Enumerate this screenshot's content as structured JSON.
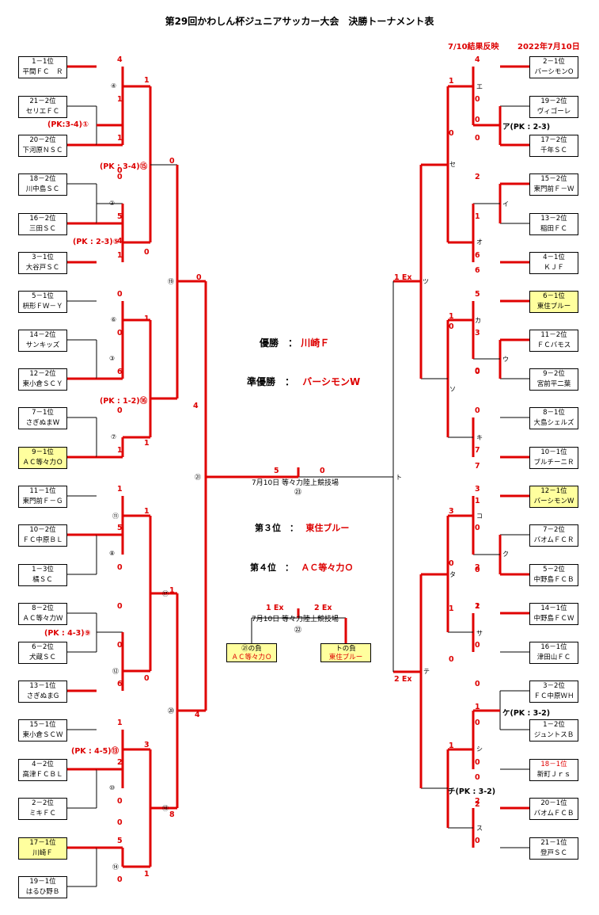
{
  "title": "第29回かわしん杯ジュニアサッカー大会　決勝トーナメント表",
  "update_note": "7/10結果反映",
  "date": "2022年7月10日",
  "colors": {
    "win": "#e00000",
    "line": "#000000",
    "highlight": "#ffff9e"
  },
  "left_teams": [
    {
      "seed": "1－1位",
      "name": "平間ＦＣ　Ｒ",
      "score": "4",
      "hl": false
    },
    {
      "seed": "21－2位",
      "name": "セリエＦＣ",
      "score": "1",
      "hl": false
    },
    {
      "seed": "20－2位",
      "name": "下河原ＮＳＣ",
      "score": "1",
      "hl": false
    },
    {
      "seed": "18－2位",
      "name": "川中島ＳＣ",
      "score": "0",
      "hl": false
    },
    {
      "seed": "16－2位",
      "name": "三田ＳＣ",
      "score": "5",
      "hl": false
    },
    {
      "seed": "3－1位",
      "name": "大谷戸ＳＣ",
      "score": "1",
      "hl": false
    },
    {
      "seed": "5－1位",
      "name": "枡形ＦＷ－Ｙ",
      "score": "0",
      "hl": false
    },
    {
      "seed": "14－2位",
      "name": "サンキッズ",
      "score": "0",
      "hl": false
    },
    {
      "seed": "12－2位",
      "name": "東小倉ＳＣＹ",
      "score": "6",
      "hl": false
    },
    {
      "seed": "7－1位",
      "name": "さぎぬまW",
      "score": "0",
      "hl": false
    },
    {
      "seed": "9－1位",
      "name": "ＡＣ等々力Ｏ",
      "score": "1",
      "hl": true
    },
    {
      "seed": "11－1位",
      "name": "東門前Ｆ－Ｇ",
      "score": "1",
      "hl": false
    },
    {
      "seed": "10－2位",
      "name": "ＦＣ中原ＢＬ",
      "score": "5",
      "hl": false
    },
    {
      "seed": "1－3位",
      "name": "橘ＳＣ",
      "score": "0",
      "hl": false
    },
    {
      "seed": "8－2位",
      "name": "ＡＣ等々力Ｗ",
      "score": "0",
      "hl": false
    },
    {
      "seed": "6－2位",
      "name": "犬蔵ＳＣ",
      "score": "0",
      "hl": false
    },
    {
      "seed": "13－1位",
      "name": "さぎぬまG",
      "score": "6",
      "hl": false
    },
    {
      "seed": "15－1位",
      "name": "東小倉ＳＣＷ",
      "score": "1",
      "hl": false
    },
    {
      "seed": "4－2位",
      "name": "高津ＦＣＢＬ",
      "score": "2",
      "hl": false
    },
    {
      "seed": "2－2位",
      "name": "ミキＦＣ",
      "score": "0",
      "hl": false
    },
    {
      "seed": "17－1位",
      "name": "川崎Ｆ",
      "score": "5",
      "hl": true
    },
    {
      "seed": "19－1位",
      "name": "はるひ野Ｂ",
      "score": "0",
      "hl": false
    }
  ],
  "right_teams": [
    {
      "seed": "2－1位",
      "name": "バーシモンO",
      "score": "4",
      "hl": false,
      "red_seed": false
    },
    {
      "seed": "19－2位",
      "name": "ヴィゴーレ",
      "score": "0",
      "hl": false,
      "red_seed": false
    },
    {
      "seed": "17－2位",
      "name": "千年ＳＣ",
      "score": "0",
      "hl": false,
      "red_seed": false
    },
    {
      "seed": "15－2位",
      "name": "東門前Ｆ－Ｗ",
      "score": "2",
      "hl": false,
      "red_seed": false
    },
    {
      "seed": "13－2位",
      "name": "稲田ＦＣ",
      "score": "1",
      "hl": false,
      "red_seed": false
    },
    {
      "seed": "4－1位",
      "name": "ＫＪＦ",
      "score": "6",
      "hl": false,
      "red_seed": false
    },
    {
      "seed": "6－1位",
      "name": "東住ブルー",
      "score": "5",
      "hl": true,
      "red_seed": false
    },
    {
      "seed": "11－2位",
      "name": "ＦＣバモス",
      "score": "3",
      "hl": false,
      "red_seed": false
    },
    {
      "seed": "9－2位",
      "name": "宮前平二葉",
      "score": "0",
      "hl": false,
      "red_seed": false
    },
    {
      "seed": "8－1位",
      "name": "大島シェルズ",
      "score": "0",
      "hl": false,
      "red_seed": false
    },
    {
      "seed": "10－1位",
      "name": "ブルチーニＲ",
      "score": "7",
      "hl": false,
      "red_seed": false
    },
    {
      "seed": "12－1位",
      "name": "バーシモンW",
      "score": "3",
      "hl": true,
      "red_seed": false
    },
    {
      "seed": "7－2位",
      "name": "バオムＦＣＲ",
      "score": "0",
      "hl": false,
      "red_seed": false
    },
    {
      "seed": "5－2位",
      "name": "中野島ＦＣＢ",
      "score": "2",
      "hl": false,
      "red_seed": false
    },
    {
      "seed": "14－1位",
      "name": "中野島ＦＣＷ",
      "score": "1",
      "hl": false,
      "red_seed": false
    },
    {
      "seed": "16－1位",
      "name": "津田山ＦＣ",
      "score": "0",
      "hl": false,
      "red_seed": false
    },
    {
      "seed": "3－2位",
      "name": "ＦＣ中原ＷＨ",
      "score": "0",
      "hl": false,
      "red_seed": false
    },
    {
      "seed": "1－2位",
      "name": "ジュントスＢ",
      "score": "0",
      "hl": false,
      "red_seed": false
    },
    {
      "seed": "18－1位",
      "name": "新町Ｊｒｓ",
      "score": "0",
      "hl": false,
      "red_seed": true
    },
    {
      "seed": "20－1位",
      "name": "バオムＦＣＢ",
      "score": "2",
      "hl": false,
      "red_seed": false
    },
    {
      "seed": "21－1位",
      "name": "登戸ＳＣ",
      "score": "0",
      "hl": false,
      "red_seed": false
    }
  ],
  "left_marks": [
    "④",
    "(PK:3-4)①",
    "②",
    "(PK : 2-3)⑤",
    "⑥",
    "③",
    "(PK : 1-2)⑯",
    "⑦",
    "⑪",
    "⑧",
    "(PK : 4-3)⑨",
    "⑫",
    "(PK : 4-5)⑬",
    "⑩",
    "⑭",
    "(PK : 3-4)⑮",
    "⑲",
    "⑰",
    "⑱",
    "⑳",
    "㉑"
  ],
  "right_marks": [
    "エ",
    "ア(PK : 2-3)",
    "イ",
    "セ",
    "オ",
    "ツ",
    "カ",
    "ウ",
    "ソ",
    "キ",
    "ト",
    "コ",
    "ク",
    "タ",
    "サ",
    "テ",
    "ケ(PK : 3-2)",
    "シ",
    "チ(PK : 3-2)",
    "ス"
  ],
  "left_r2_scores": [
    "1",
    "0",
    "0",
    "1",
    "1",
    "4",
    "1",
    "1",
    "0",
    "3",
    "0",
    "1",
    "8",
    "4",
    "0",
    "0",
    "4"
  ],
  "right_r2_scores": [
    "1",
    "0",
    "0",
    "6",
    "1",
    "0",
    "0",
    "1",
    "7",
    "3",
    "0",
    "0",
    "2",
    "1",
    "0",
    "1",
    "0",
    "1",
    "2",
    "1 Ex",
    "2 Ex"
  ],
  "final": {
    "left_score": "5",
    "right_score": "0",
    "venue": "7月10日 等々力陸上競技場",
    "num": "㉓"
  },
  "winner": {
    "label": "優勝",
    "value": "川崎Ｆ"
  },
  "runner_up": {
    "label": "準優勝",
    "value": "バーシモンW"
  },
  "third": {
    "label": "第３位",
    "value": "東住ブルー"
  },
  "fourth": {
    "label": "第４位",
    "value": "ＡＣ等々力Ｏ"
  },
  "third_match": {
    "left_score": "1 Ex",
    "right_score": "2 Ex",
    "venue": "7月10日 等々力陸上競技場",
    "num": "㉒",
    "left_box": {
      "line1": "㉑の負",
      "line2": "ＡＣ等々力Ｏ"
    },
    "right_box": {
      "line1": "トの負",
      "line2": "東住ブルー"
    }
  }
}
